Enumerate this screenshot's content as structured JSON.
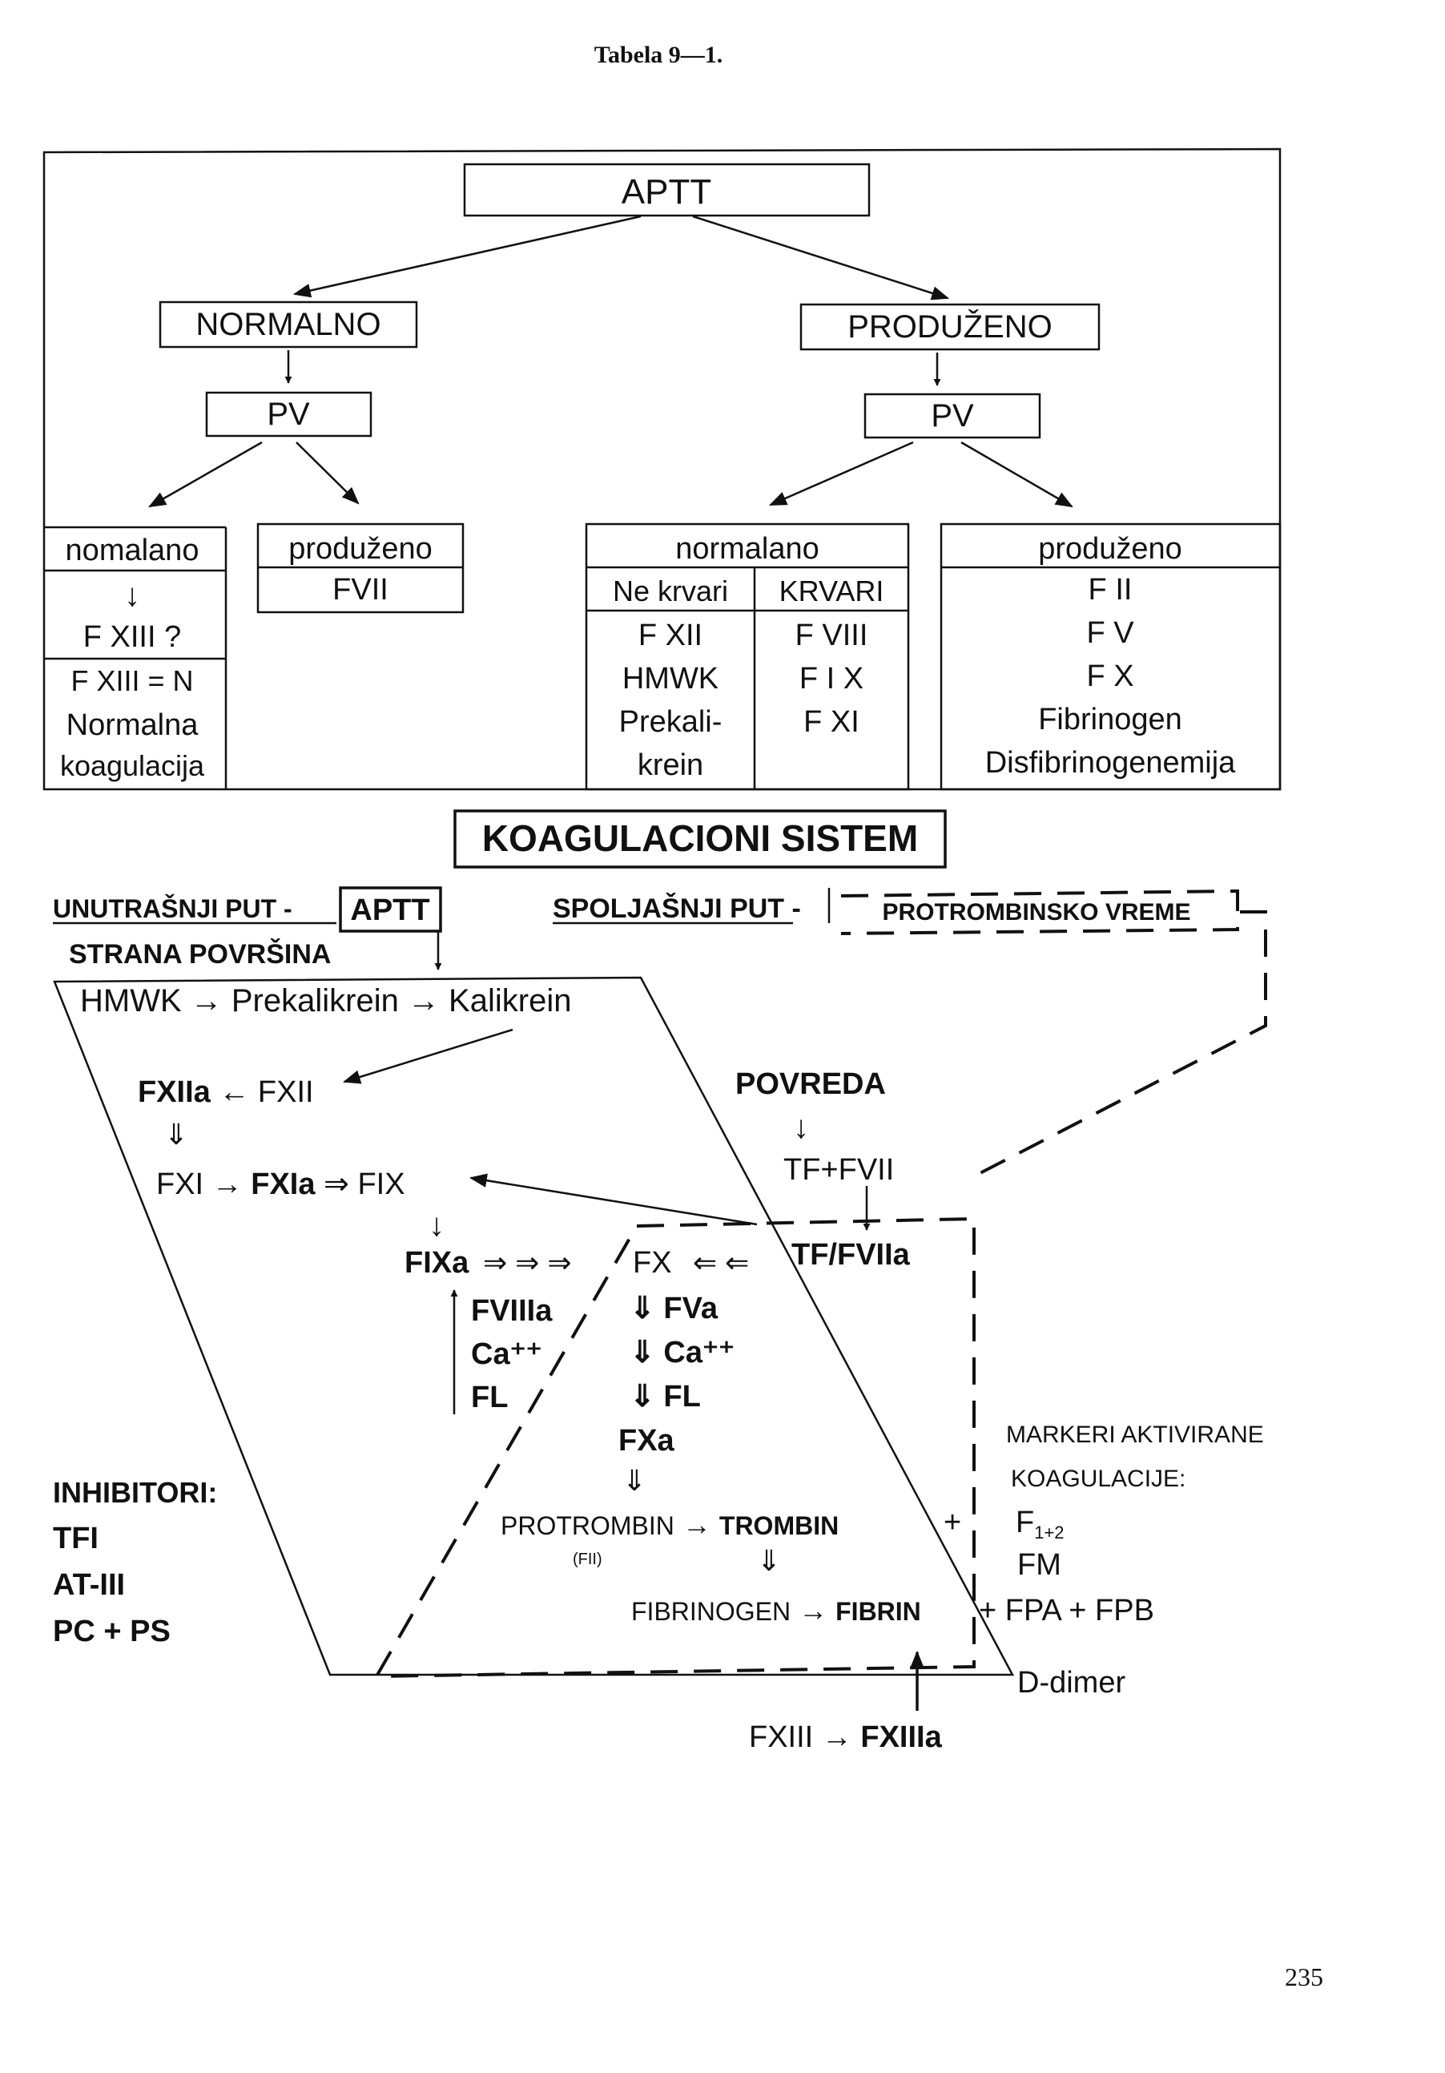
{
  "page": {
    "header": "Tabela 9—1.",
    "page_number": "235"
  },
  "table": {
    "root": "APTT",
    "branches": {
      "normal": {
        "label": "NORMALNO",
        "test": "PV"
      },
      "prolonged": {
        "label": "PRODUŽENO",
        "test": "PV"
      }
    },
    "leaves": {
      "normal_normal": {
        "title": "nomalano",
        "arrow": "↓",
        "question": "F XIII ?",
        "result": "F XIII = N",
        "conclusion_1": "Normalna",
        "conclusion_2": "koagulacija"
      },
      "normal_prolonged": {
        "title": "produženo",
        "factor": "FVII"
      },
      "prolonged_normal": {
        "title": "normalano",
        "col_no_bleed": "Ne krvari",
        "col_bleed": "KRVARI",
        "no_bleed_items": [
          "F XII",
          "HMWK",
          "Prekali-",
          "krein"
        ],
        "bleed_items": [
          "F VIII",
          "F I X",
          "F XI"
        ]
      },
      "prolonged_prolonged": {
        "title": "produženo",
        "items": [
          "F II",
          "F V",
          "F X",
          "Fibrinogen",
          "Disfibrinogenemija"
        ]
      }
    }
  },
  "coag": {
    "title": "KOAGULACIONI SISTEM",
    "intrinsic": {
      "label": "UNUTRAŠNJI PUT -",
      "test": "APTT",
      "trigger": "STRANA POVRŠINA"
    },
    "extrinsic": {
      "label": "SPOLJAŠNJI PUT -",
      "test": "PROTROMBINSKO VREME"
    },
    "cascade": {
      "contact": "HMWK → Prekalikrein → Kalikrein",
      "fxiia_a": "FXIIa",
      "fxiia_b": " ← FXII",
      "fxi_a": "FXI → ",
      "fxi_b": "FXIa",
      "fxi_c": " ⇒ FIX",
      "fixa": "FIXa",
      "fixa_arrows": "⇒ ⇒ ⇒",
      "fx": "FX",
      "fx_from_tf": "⇐ ⇐",
      "cofactors_left": [
        "FVIIIa",
        "Ca⁺⁺",
        "FL"
      ],
      "cofactors_right": [
        "⇓ FVa",
        "⇓ Ca⁺⁺",
        "⇓ FL"
      ],
      "fxa": "FXa",
      "protrombin": "PROTROMBIN",
      "fii": "(FII)",
      "trombin": "TROMBIN",
      "fibrinogen": "FIBRINOGEN",
      "fibrin": "FIBRIN",
      "fxiii": "FXIII → ",
      "fxiiia": "FXIIIa",
      "to": "→",
      "double_down": "⇓",
      "down": "↓",
      "up": "↑"
    },
    "injury": {
      "label": "POVREDA",
      "tf_fvii": "TF+FVII",
      "tf_fviia": "TF/FVIIa"
    },
    "inhibitors": {
      "title": "INHIBITORI:",
      "items": [
        "TFI",
        "AT-III",
        "PC + PS"
      ]
    },
    "markers": {
      "title_1": "MARKERI AKTIVIRANE",
      "title_2": "KOAGULACIJE:",
      "f12_base": "F",
      "f12_sub": "1+2",
      "fm": "FM",
      "fpa_fpb": "+ FPA + FPB",
      "ddimer": "D-dimer",
      "plus": "+"
    }
  }
}
